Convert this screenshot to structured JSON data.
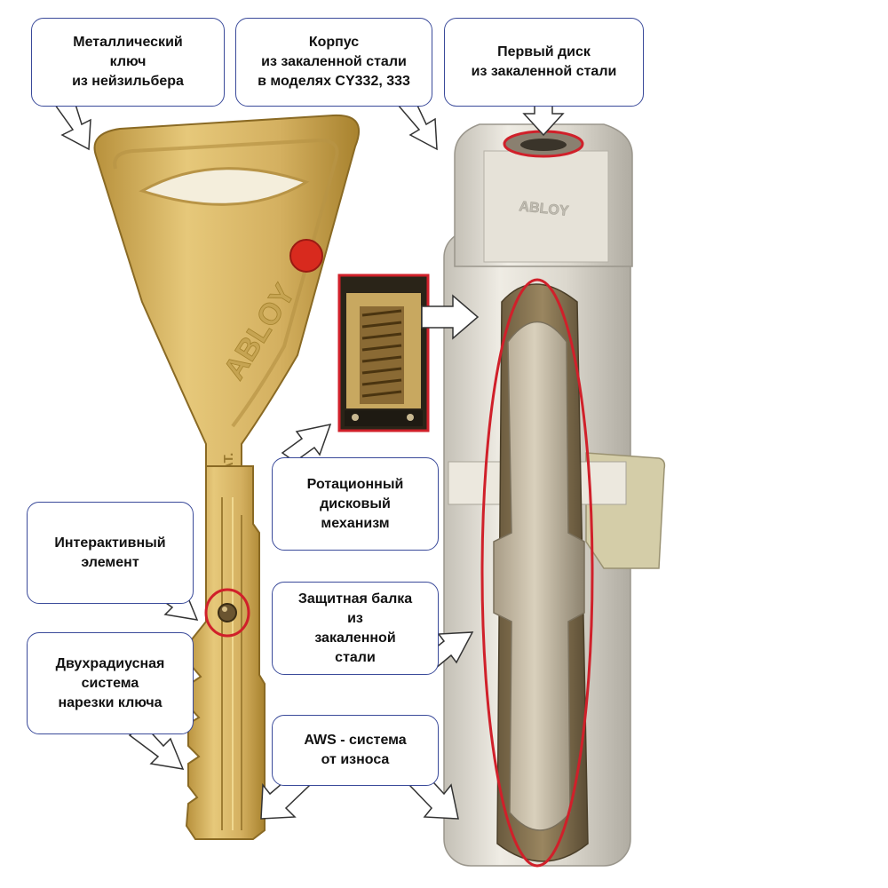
{
  "key": {
    "brand": "ABLOY",
    "stamp": "PAT."
  },
  "cylinder": {
    "stamp": "ABLOY"
  },
  "callouts": {
    "key_material": "Металлический\nключ\nиз нейзильбера",
    "body": "Корпус\nиз закаленной стали\nв моделях CY332, 333",
    "first_disc": "Первый диск\nиз закаленной стали",
    "rotary": "Ротационный\nдисковый\nмеханизм",
    "interactive": "Интерактивный\nэлемент",
    "dual_radius": "Двухрадиусная\nсистема\nнарезки ключа",
    "protective_beam": "Защитная балка\nиз\nзакаленной\nстали",
    "aws": "AWS - система\nот износа"
  },
  "colors": {
    "callout_border": "#3a4a9a",
    "highlight": "#d0202a",
    "brass": "#d8b560",
    "nickel": "#d9d5cc"
  }
}
